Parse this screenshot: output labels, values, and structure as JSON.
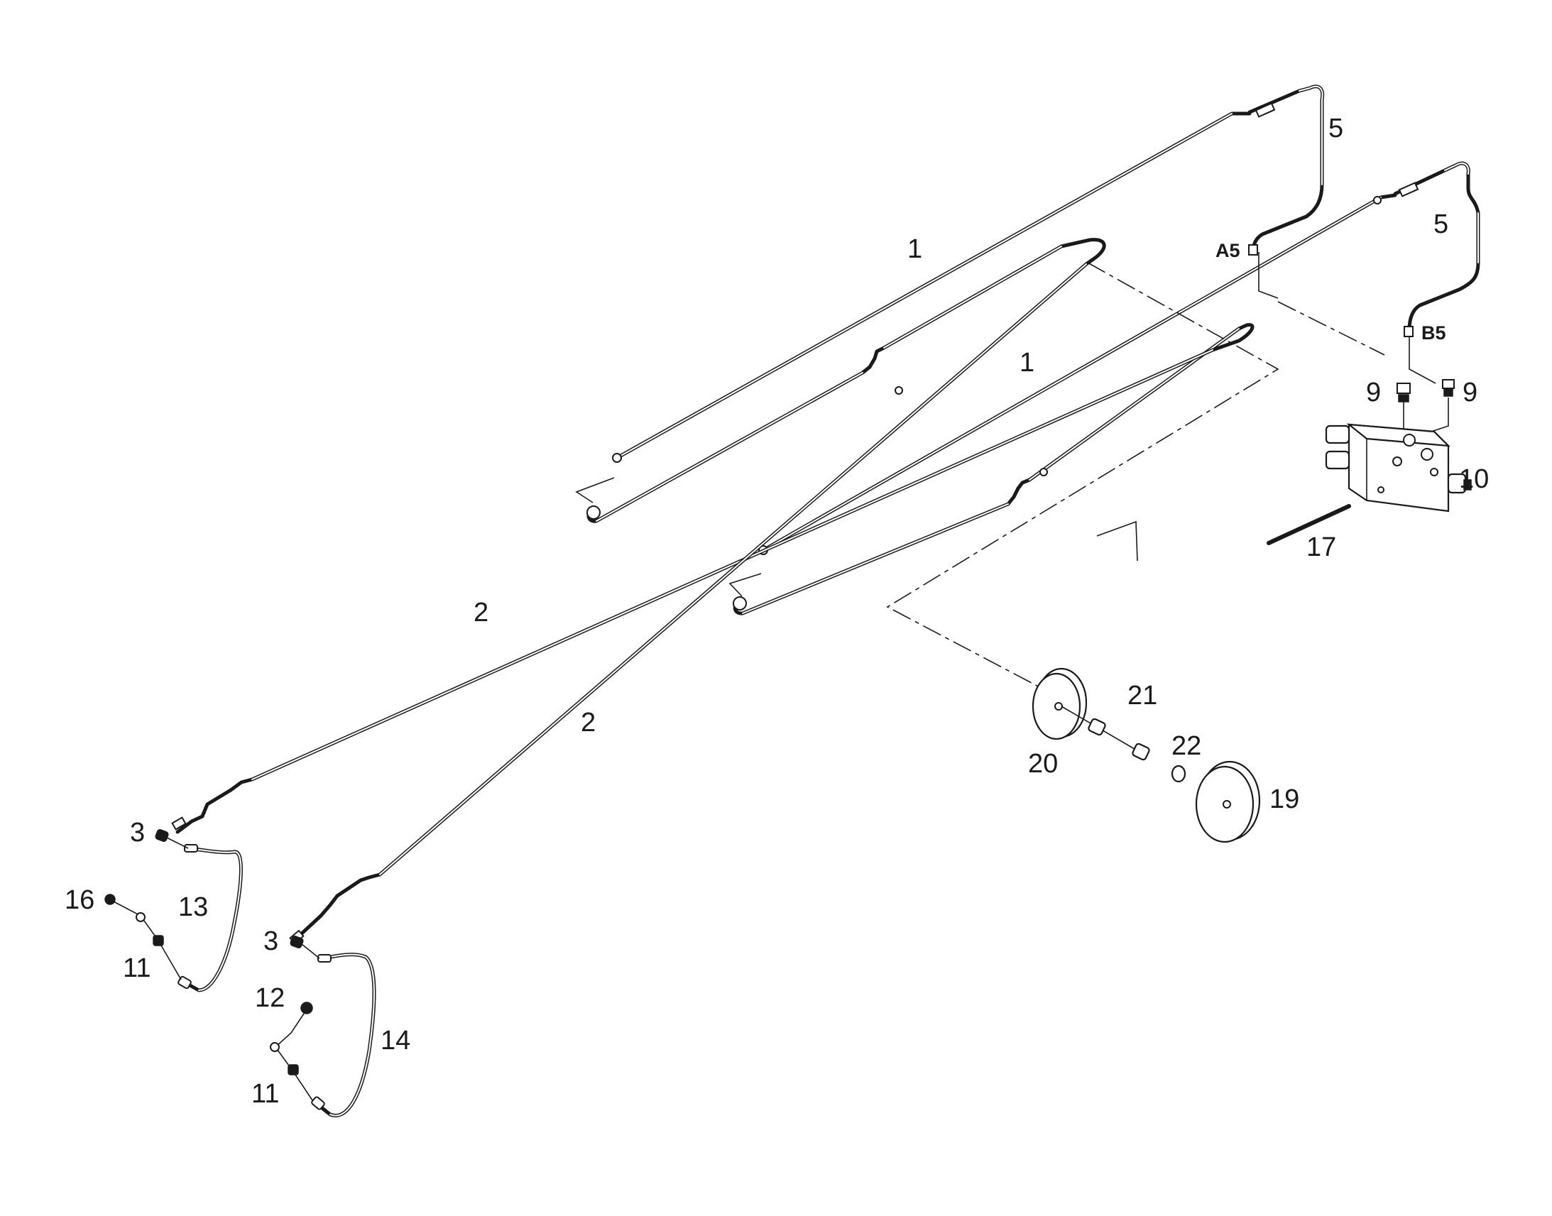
{
  "callouts": {
    "c1_upper": "1",
    "c1_lower": "1",
    "c2_upper": "2",
    "c2_lower": "2",
    "c3_left": "3",
    "c3_right": "3",
    "c5_left": "5",
    "c5_right": "5",
    "c9_left": "9",
    "c9_right": "9",
    "c10": "10",
    "c11_left": "11",
    "c11_right": "11",
    "c12": "12",
    "c13": "13",
    "c14": "14",
    "c16": "16",
    "c17": "17",
    "c19": "19",
    "c20": "20",
    "c21": "21",
    "c22": "22"
  },
  "ports": {
    "a5": "A5",
    "b5": "B5"
  }
}
